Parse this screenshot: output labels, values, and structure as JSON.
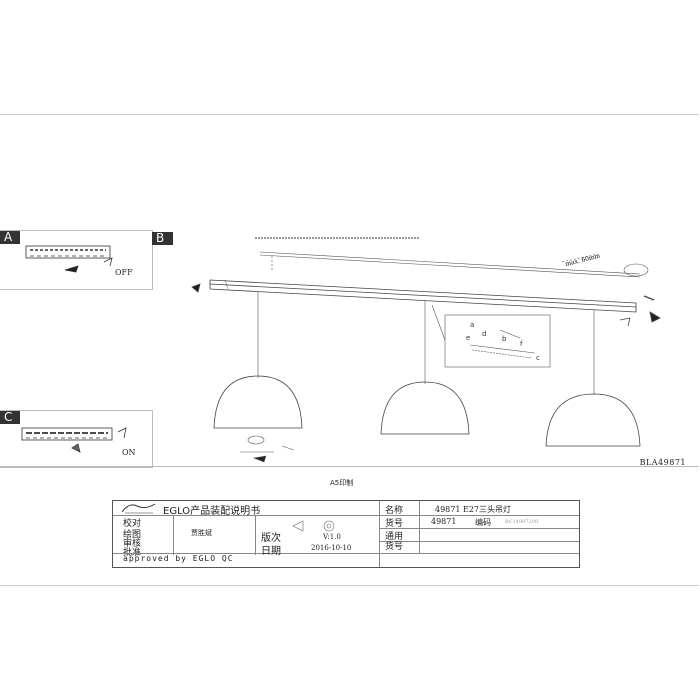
{
  "panels": {
    "a_label": "A",
    "b_label": "B",
    "c_label": "C",
    "off_label": "OFF",
    "on_label": "ON"
  },
  "diagram": {
    "max_label": "max. 60mm",
    "callouts": [
      "a",
      "b",
      "c",
      "d",
      "e",
      "f"
    ]
  },
  "document": {
    "code": "BLA49871",
    "print_size": "A5印制"
  },
  "title_block": {
    "title": "EGLO产品装配说明书",
    "rows": [
      {
        "label": "校对",
        "value": ""
      },
      {
        "label": "绘图",
        "value": "贾胜斌"
      },
      {
        "label": "审核",
        "value": ""
      },
      {
        "label": "批准",
        "value": ""
      }
    ],
    "version_label": "版次",
    "version_value": "V:1.0",
    "date_label": "日期",
    "date_value": "2016-10-10",
    "approved": "approved by EGLO QC",
    "name_label": "名称",
    "name_value": "49871 E27三头吊灯",
    "item_label": "货号",
    "item_value": "49871",
    "code_label": "编码",
    "code_value": "BC14987200",
    "general_label": "通用",
    "item2_label": "货号"
  }
}
